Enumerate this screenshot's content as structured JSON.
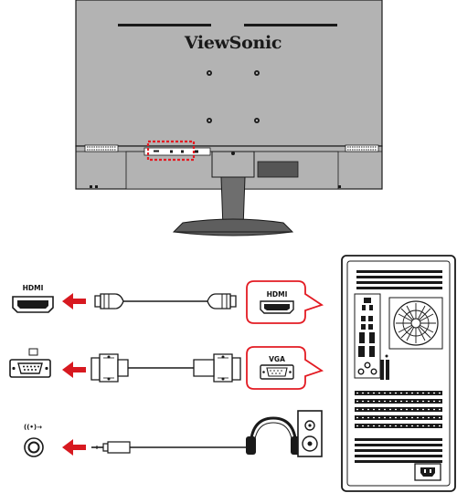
{
  "monitor": {
    "brand": "ViewSonic"
  },
  "connections": [
    {
      "label": "HDMI",
      "port_icon": "hdmi-port-icon",
      "cable_icon": "hdmi-cable-icon"
    },
    {
      "label": "VGA",
      "port_icon": "vga-port-icon",
      "cable_icon": "vga-cable-icon"
    },
    {
      "label": "",
      "port_icon": "audio-jack-icon",
      "cable_icon": "audio-cable-icon"
    }
  ],
  "audio_symbol": "((•)→",
  "colors": {
    "arrow": "#d71920",
    "highlight": "#e31b23",
    "monitor_body": "#b3b3b3",
    "outline": "#1a1a1a"
  }
}
